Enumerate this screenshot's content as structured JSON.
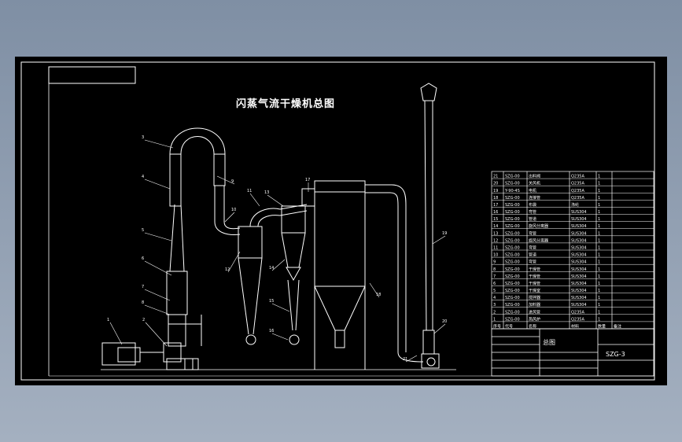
{
  "drawing": {
    "title": "闪蒸气流干燥机总图",
    "drawing_number": "SZG-3",
    "sheet_label": "总图"
  },
  "part_callouts": [
    "1",
    "2",
    "3",
    "4",
    "5",
    "6",
    "7",
    "8",
    "9",
    "10",
    "11",
    "12",
    "13",
    "14",
    "15",
    "16",
    "17",
    "18",
    "19",
    "20",
    "21"
  ],
  "parts_list": {
    "rows": [
      {
        "no": "21",
        "code": "SZG-00",
        "name": "出料阀",
        "material": "Q235A",
        "qty": "1"
      },
      {
        "no": "20",
        "code": "SZG-00",
        "name": "关风机",
        "material": "Q235A",
        "qty": "1"
      },
      {
        "no": "19",
        "code": "Y-90-4S",
        "name": "电机",
        "material": "Q235A",
        "qty": "1"
      },
      {
        "no": "18",
        "code": "SZG-00",
        "name": "连接管",
        "material": "Q235A",
        "qty": "1"
      },
      {
        "no": "17",
        "code": "SZG-00",
        "name": "布袋",
        "material": "涤纶",
        "qty": "1"
      },
      {
        "no": "16",
        "code": "SZG-00",
        "name": "弯管",
        "material": "SUS304",
        "qty": "1"
      },
      {
        "no": "15",
        "code": "SZG-00",
        "name": "管道",
        "material": "SUS304",
        "qty": "1"
      },
      {
        "no": "14",
        "code": "SZG-00",
        "name": "旋风分离器",
        "material": "SUS304",
        "qty": "1"
      },
      {
        "no": "13",
        "code": "SZG-00",
        "name": "弯管",
        "material": "SUS304",
        "qty": "1"
      },
      {
        "no": "12",
        "code": "SZG-00",
        "name": "旋风分离器",
        "material": "SUS304",
        "qty": "1"
      },
      {
        "no": "11",
        "code": "SZG-00",
        "name": "弯管",
        "material": "SUS304",
        "qty": "1"
      },
      {
        "no": "10",
        "code": "SZG-00",
        "name": "管道",
        "material": "SUS304",
        "qty": "1"
      },
      {
        "no": "9",
        "code": "SZG-00",
        "name": "弯管",
        "material": "SUS304",
        "qty": "1"
      },
      {
        "no": "8",
        "code": "SZG-00",
        "name": "干燥管",
        "material": "SUS304",
        "qty": "1"
      },
      {
        "no": "7",
        "code": "SZG-00",
        "name": "干燥管",
        "material": "SUS304",
        "qty": "1"
      },
      {
        "no": "6",
        "code": "SZG-00",
        "name": "干燥管",
        "material": "SUS304",
        "qty": "1"
      },
      {
        "no": "5",
        "code": "SZG-00",
        "name": "干燥室",
        "material": "SUS304",
        "qty": "1"
      },
      {
        "no": "4",
        "code": "SZG-00",
        "name": "搅拌器",
        "material": "SUS304",
        "qty": "1"
      },
      {
        "no": "3",
        "code": "SZG-00",
        "name": "加料器",
        "material": "SUS304",
        "qty": "1"
      },
      {
        "no": "2",
        "code": "SZG-00",
        "name": "进风管",
        "material": "Q235A",
        "qty": "1"
      },
      {
        "no": "1",
        "code": "SZG-00",
        "name": "热风炉",
        "material": "Q235A",
        "qty": "1"
      }
    ],
    "header": {
      "no": "序号",
      "code": "代号",
      "name": "名称",
      "qty": "数量",
      "material": "材料",
      "note": "备注"
    }
  },
  "colors": {
    "background": "#000000",
    "line": "#ffffff",
    "frame": "#ffffff",
    "viewport": "#8c9cb0"
  }
}
